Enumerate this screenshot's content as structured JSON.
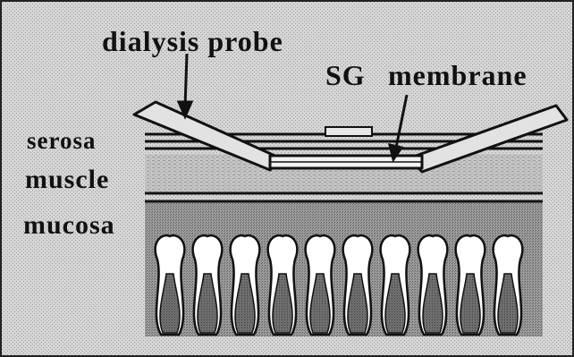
{
  "labels": {
    "dialysis_probe": "dialysis probe",
    "sg": "SG",
    "membrane": "membrane",
    "serosa": "serosa",
    "muscle": "muscle",
    "mucosa": "mucosa"
  },
  "colors": {
    "background": "#d8d8d8",
    "line": "#111111",
    "text": "#111111"
  }
}
